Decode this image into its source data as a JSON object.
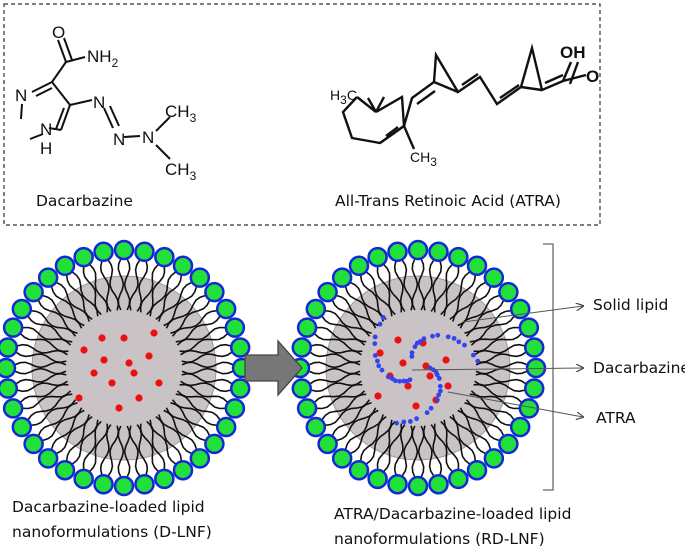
{
  "structures": {
    "dacarbazine": {
      "name": "Dacarbazine",
      "atoms": {
        "o": "O",
        "nh2": "NH",
        "nh2_sub": "2",
        "n_ring": "N",
        "nh": "N",
        "h": "H",
        "n1": "N",
        "n2": "N",
        "n3": "N",
        "ch3a": "CH",
        "ch3a_sub": "3",
        "ch3b": "CH",
        "ch3b_sub": "3"
      }
    },
    "atra": {
      "name": "All-Trans Retinoic Acid (ATRA)",
      "atoms": {
        "oh": "OH",
        "o": "O",
        "h3c": "H",
        "h3c_sub": "3",
        "h3c_c": "C",
        "ch3": "CH",
        "ch3_sub": "3"
      }
    }
  },
  "particles": {
    "d_lnf": {
      "caption_line1": "Dacarbazine-loaded lipid",
      "caption_line2": "nanoformulations (D-LNF)"
    },
    "rd_lnf": {
      "caption_line1": "ATRA/Dacarbazine-loaded lipid",
      "caption_line2": "nanoformulations (RD-LNF)"
    }
  },
  "legend": {
    "solid_lipid": "Solid lipid",
    "dacarbazine": "Dacarbazine",
    "atra": "ATRA"
  },
  "colors": {
    "headgroup_fill": "#22e03a",
    "headgroup_ring": "#1428d8",
    "core": "#c9c3c6",
    "drug_dacarbazine": "#ee1010",
    "drug_atra": "#3344ee",
    "arrow": "#777777"
  }
}
